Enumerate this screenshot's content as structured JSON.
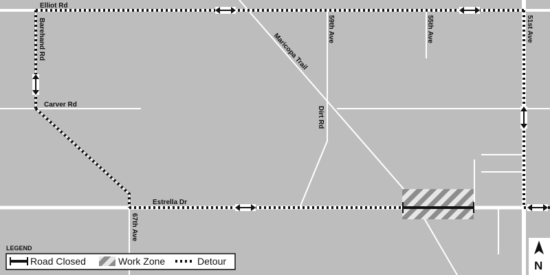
{
  "colors": {
    "background": "#bdbdbd",
    "road": "#ffffff",
    "detour": "#111111",
    "closure": "#111111",
    "work_zone_stripe": "#e6e6e6",
    "work_zone_base": "#8d8d8d"
  },
  "streets": {
    "elliot": "Elliot Rd",
    "barehand": "Barehand Rd",
    "carver": "Carver Rd",
    "estrella": "Estrella Dr",
    "ave67": "67th Ave",
    "maricopa": "Maricopa Trail",
    "ave59": "59th Ave",
    "dirt": "Dirt Rd",
    "ave55": "55th Ave",
    "ave51": "51st Ave"
  },
  "legend": {
    "title": "LEGEND",
    "road_closed": "Road Closed",
    "work_zone": "Work Zone",
    "detour": "Detour"
  },
  "north": {
    "label": "N",
    "icon": "north-arrow-icon"
  },
  "icons": [
    "double-arrow-icon",
    "north-arrow-icon"
  ]
}
